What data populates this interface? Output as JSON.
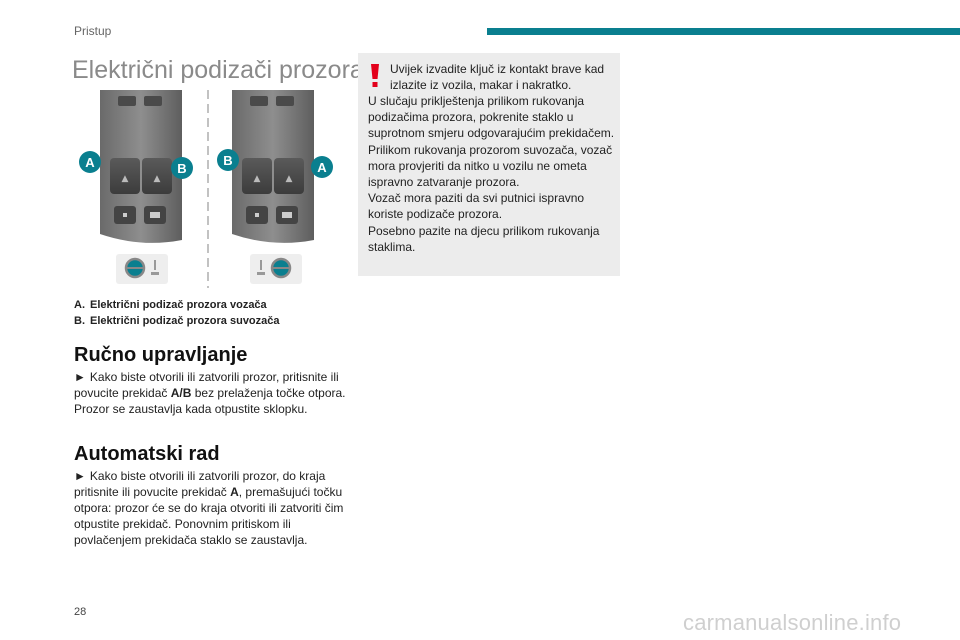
{
  "header": {
    "section": "Pristup",
    "accent_color": "#0a7f8f"
  },
  "title": "Električni podizači prozora",
  "figure": {
    "label_a": "A",
    "label_b": "B",
    "badge_color": "#0a7f8f"
  },
  "legend": [
    {
      "key": "A.",
      "text": "Električni podizač prozora vozača"
    },
    {
      "key": "B.",
      "text": "Električni podizač prozora suvozača"
    }
  ],
  "manual": {
    "heading": "Ručno upravljanje",
    "arrow": "►",
    "t1": "Kako biste otvorili ili zatvorili prozor, pritisnite ili povucite prekidač ",
    "b1": "A/B",
    "t2": " bez prelaženja točke otpora. Prozor se zaustavlja kada otpustite sklopku."
  },
  "auto": {
    "heading": "Automatski rad",
    "arrow": "►",
    "t1": "Kako biste otvorili ili zatvorili prozor, do kraja pritisnite ili povucite prekidač ",
    "b1": "A",
    "t2": ", premašujući točku otpora: prozor će se do kraja otvoriti ili zatvoriti čim otpustite prekidač. Ponovnim pritiskom ili povlačenjem prekidača staklo se zaustavlja."
  },
  "warning": {
    "icon_color": "#e3001b",
    "intro": "Uvijek izvadite ključ iz kontakt brave kad izlazite iz vozila, makar i nakratko.",
    "p1": "U slučaju priklještenja prilikom rukovanja podizačima prozora, pokrenite staklo u suprotnom smjeru odgovarajućim prekidačem.",
    "p2": "Prilikom rukovanja prozorom suvozača, vozač mora provjeriti da nitko u vozilu ne ometa ispravno zatvaranje prozora.",
    "p3": "Vozač mora paziti da svi putnici ispravno koriste podizače prozora.",
    "p4": "Posebno pazite na djecu prilikom rukovanja staklima."
  },
  "page_number": "28",
  "watermark": "carmanualsonline.info"
}
